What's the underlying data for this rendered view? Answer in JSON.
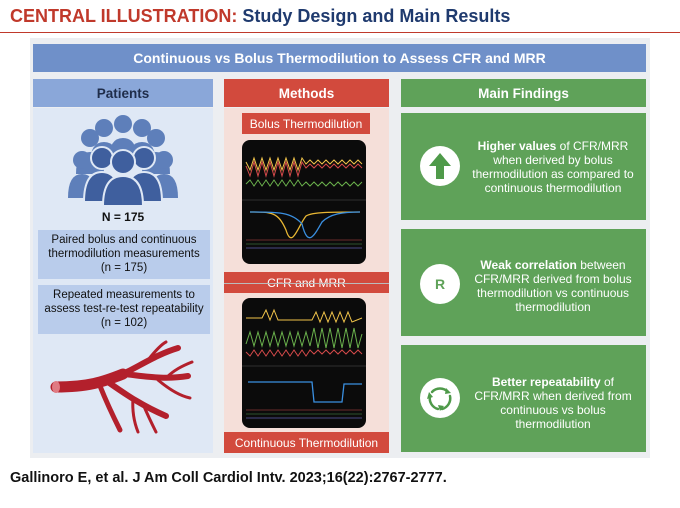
{
  "header": {
    "label": "CENTRAL ILLUSTRATION:",
    "subtitle": "Study Design and Main Results"
  },
  "banner": "Continuous vs Bolus Thermodilution to Assess CFR and MRR",
  "patients": {
    "heading": "Patients",
    "n_label": "N = 175",
    "box1": "Paired bolus and continuous thermodilution measurements (n = 175)",
    "box2": "Repeated measurements to assess test-re-test repeatability (n = 102)"
  },
  "methods": {
    "heading": "Methods",
    "bolus_label": "Bolus Thermodilution",
    "cfr_label": "CFR and MRR",
    "continuous_label": "Continuous Thermodilution"
  },
  "findings": {
    "heading": "Main Findings",
    "items": [
      {
        "bold": "Higher values",
        "text": " of CFR/MRR when derived by bolus thermodilution as compared to continuous thermodilution",
        "icon": "up-arrow-icon"
      },
      {
        "bold": "Weak correlation",
        "text": " between CFR/MRR derived from bolus thermodilution vs continuous thermodilution",
        "icon": "r-letter-icon",
        "icon_letter": "R"
      },
      {
        "bold": "Better repeatability",
        "text": " of CFR/MRR when derived from continuous vs bolus thermodilution",
        "icon": "cycle-arrows-icon"
      }
    ]
  },
  "citation": "Gallinoro E, et al. J Am Coll Cardiol Intv. 2023;16(22):2767-2777.",
  "colors": {
    "header_red": "#c0392b",
    "header_navy": "#1f3a6e",
    "banner_blue": "#6f90c9",
    "patients_blue": "#8aa7d9",
    "methods_red": "#d24a3d",
    "findings_green": "#5fa259"
  }
}
